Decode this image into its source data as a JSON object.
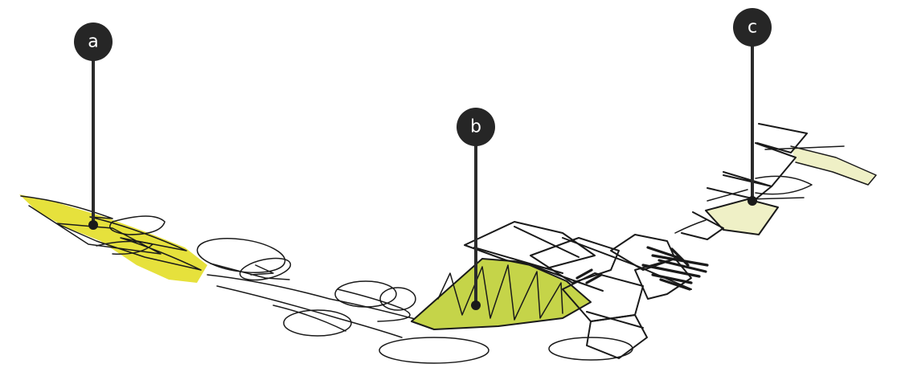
{
  "colors": {
    "highlight_a": "#e6e13c",
    "highlight_b": "#c5d449",
    "highlight_c": "#eff0c6",
    "ink": "#1a1a1a",
    "badge": "#262626",
    "badge_text": "#ffffff"
  },
  "markers": [
    {
      "label": "a"
    },
    {
      "label": "b"
    },
    {
      "label": "c"
    }
  ]
}
